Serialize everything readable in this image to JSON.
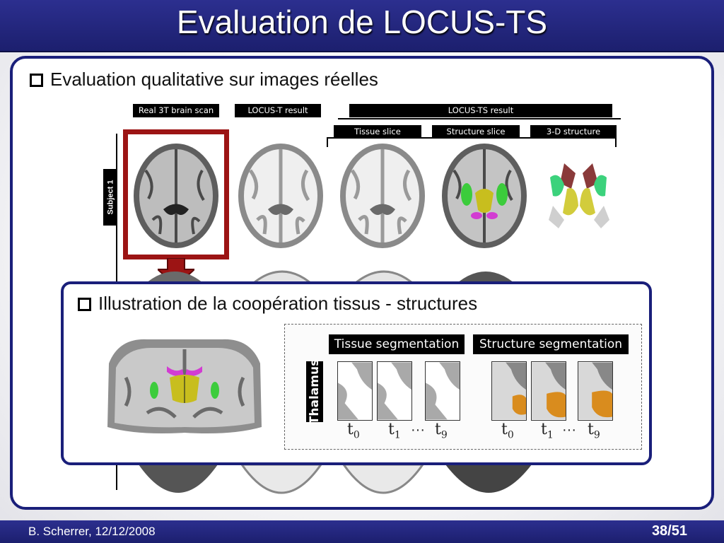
{
  "title": "Evaluation de LOCUS-TS",
  "bullet1": "Evaluation qualitative sur images réelles",
  "figure": {
    "col_headers": {
      "scan": "Real 3T brain scan",
      "locus_t": "LOCUS-T result",
      "locus_ts": "LOCUS-TS result"
    },
    "sub_headers": {
      "tissue": "Tissue slice",
      "structure": "Structure slice",
      "three_d": "3-D structure"
    },
    "row_label": "Subject 1"
  },
  "inner": {
    "bullet2": "Illustration de la coopération tissus - structures",
    "tissue_seg_label": "Tissue segmentation",
    "structure_seg_label": "Structure segmentation",
    "thalamus_label": "Thalamus",
    "t0": "t",
    "t0_sub": "0",
    "t1": "t",
    "t1_sub": "1",
    "t9": "t",
    "t9_sub": "9",
    "ellipsis": "···"
  },
  "footer": {
    "author_date": "B. Scherrer, 12/12/2008",
    "page": "38/51"
  },
  "colors": {
    "title_bar": "#23267f",
    "frame_border": "#1a1f7a",
    "highlight_red": "#9c1414",
    "putamen_green": "#3ccc3c",
    "thalamus_yellow": "#c8be1e",
    "ventricle_magenta": "#d23cd2",
    "orange": "#d98c1e"
  }
}
